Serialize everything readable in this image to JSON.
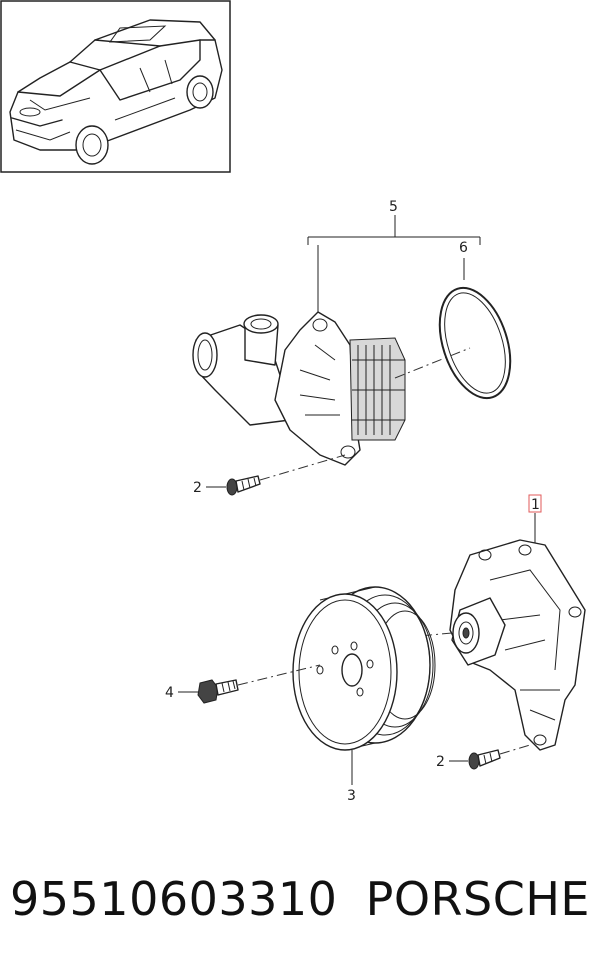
{
  "callouts": {
    "c1": "1",
    "c2a": "2",
    "c2b": "2",
    "c3": "3",
    "c4": "4",
    "c5": "5",
    "c6": "6"
  },
  "footer": {
    "part_number": "95510603310",
    "brand": "PORSCHE"
  },
  "colors": {
    "highlight_box": "#e05a5a",
    "ink": "#222222"
  }
}
